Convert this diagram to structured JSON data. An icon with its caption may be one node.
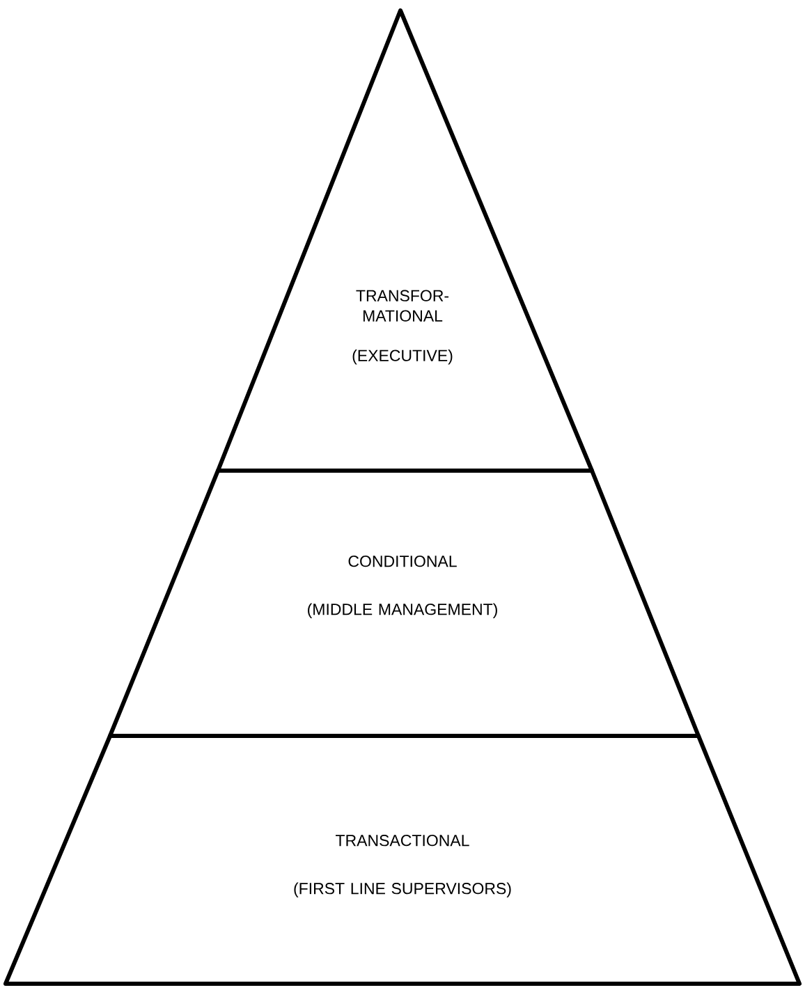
{
  "diagram": {
    "nodes": [
      {
        "text": [
          "TRANSFOR- MATIONAL",
          "(EXECUTIVE)"
        ]
      },
      {
        "text": [
          "CONDITIONAL",
          "(MIDDLE MANAGEMENT)"
        ]
      },
      {
        "text": [
          "TRANSACTIONAL",
          "(FIRST LINE SUPERVISORS)"
        ]
      }
    ]
  }
}
